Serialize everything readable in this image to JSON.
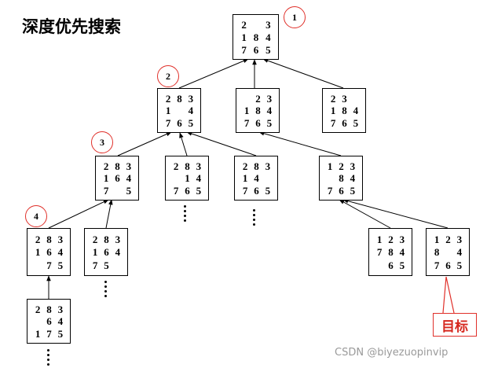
{
  "title": "深度优先搜索",
  "nodes": {
    "root": {
      "grid": [
        "2",
        "",
        "3",
        "1",
        "8",
        "4",
        "7",
        "6",
        "5"
      ]
    },
    "a": {
      "grid": [
        "2",
        "8",
        "3",
        "1",
        "",
        "4",
        "7",
        "6",
        "5"
      ]
    },
    "b": {
      "grid": [
        "",
        "2",
        "3",
        "1",
        "8",
        "4",
        "7",
        "6",
        "5"
      ]
    },
    "c": {
      "grid": [
        "2",
        "3",
        "",
        "1",
        "8",
        "4",
        "7",
        "6",
        "5"
      ]
    },
    "a1": {
      "grid": [
        "2",
        "8",
        "3",
        "1",
        "6",
        "4",
        "7",
        "",
        "5"
      ]
    },
    "a2": {
      "grid": [
        "2",
        "8",
        "3",
        "",
        "1",
        "4",
        "7",
        "6",
        "5"
      ]
    },
    "a3": {
      "grid": [
        "2",
        "8",
        "3",
        "1",
        "4",
        "",
        "7",
        "6",
        "5"
      ]
    },
    "b1": {
      "grid": [
        "1",
        "2",
        "3",
        "",
        "8",
        "4",
        "7",
        "6",
        "5"
      ]
    },
    "a1a": {
      "grid": [
        "2",
        "8",
        "3",
        "1",
        "6",
        "4",
        "",
        "7",
        "5"
      ]
    },
    "a1b": {
      "grid": [
        "2",
        "8",
        "3",
        "1",
        "6",
        "4",
        "7",
        "5",
        ""
      ]
    },
    "b1a": {
      "grid": [
        "1",
        "2",
        "3",
        "7",
        "8",
        "4",
        "",
        "6",
        "5"
      ]
    },
    "b1b": {
      "grid": [
        "1",
        "2",
        "3",
        "8",
        "",
        "4",
        "7",
        "6",
        "5"
      ]
    },
    "a1aa": {
      "grid": [
        "2",
        "8",
        "3",
        "",
        "6",
        "4",
        "1",
        "7",
        "5"
      ]
    }
  },
  "badges": {
    "n1": "1",
    "n2": "2",
    "n3": "3",
    "n4": "4"
  },
  "goal_label": "目标",
  "watermark": "CSDN @biyezuopinvip",
  "colors": {
    "annotation": "#e0302a",
    "goal_text": "#d6281f",
    "watermark": "#9a9a9a"
  }
}
